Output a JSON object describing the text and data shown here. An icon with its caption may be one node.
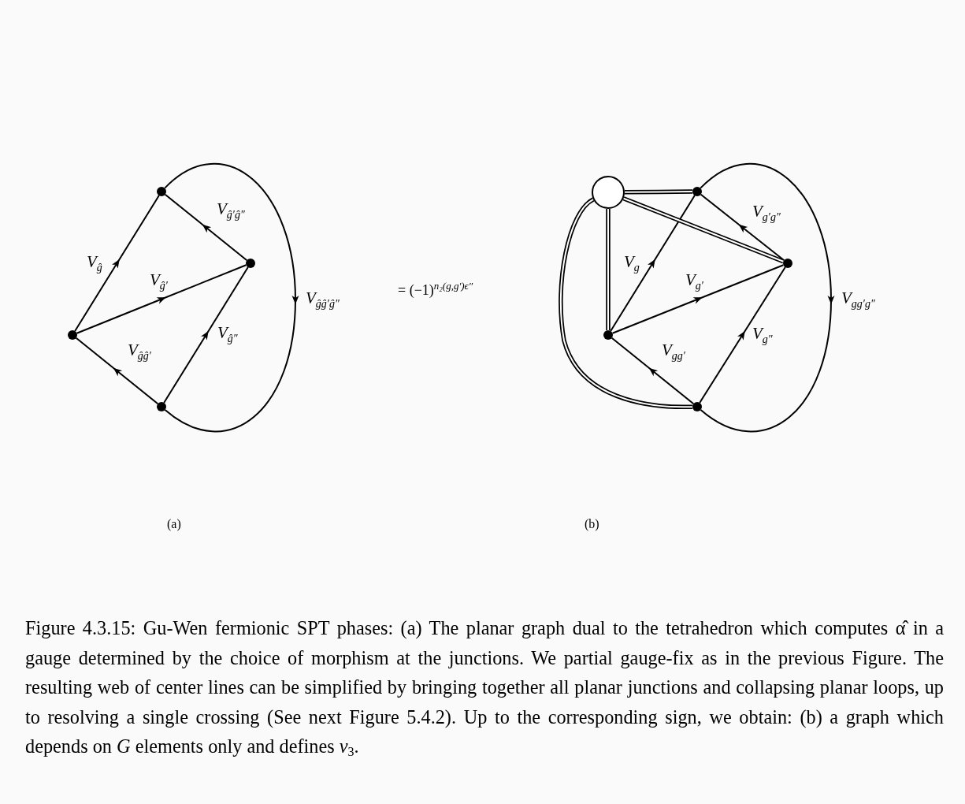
{
  "diagram": {
    "nodes": [
      {
        "text": [],
        "shape": "dot"
      },
      {
        "text": [],
        "shape": "dot"
      },
      {
        "text": [],
        "shape": "dot"
      },
      {
        "text": [],
        "shape": "dot"
      },
      {
        "text": [],
        "shape": "circle"
      },
      {
        "text": [],
        "shape": "dot"
      },
      {
        "text": [],
        "shape": "dot"
      },
      {
        "text": [],
        "shape": "dot"
      },
      {
        "text": [],
        "shape": "dot"
      }
    ],
    "edges": [
      {
        "from": 2,
        "to": 0,
        "arrow": "to",
        "label": "V$_{ĝ}$"
      },
      {
        "from": 1,
        "to": 0,
        "arrow": "to",
        "label": "V$_{ĝ′ĝ″}$"
      },
      {
        "from": 2,
        "to": 1,
        "arrow": "to",
        "label": "V$_{ĝ′}$"
      },
      {
        "from": 3,
        "to": 1,
        "arrow": "to",
        "label": "V$_{ĝ″}$"
      },
      {
        "from": 3,
        "to": 2,
        "arrow": "to",
        "label": "V$_{ĝĝ′}$"
      },
      {
        "from": 0,
        "to": 3,
        "arrow": "to",
        "label": "V$_{ĝĝ′ĝ″}$"
      },
      {
        "from": 7,
        "to": 5,
        "arrow": "to",
        "label": "V$_{g}$"
      },
      {
        "from": 6,
        "to": 5,
        "arrow": "to",
        "label": "V$_{g′g″}$"
      },
      {
        "from": 7,
        "to": 6,
        "arrow": "to",
        "label": "V$_{g′}$"
      },
      {
        "from": 8,
        "to": 6,
        "arrow": "to",
        "label": "V$_{g″}$"
      },
      {
        "from": 8,
        "to": 7,
        "arrow": "to",
        "label": "V$_{gg′}$"
      },
      {
        "from": 5,
        "to": 8,
        "arrow": "to",
        "label": "V$_{gg′g″}$"
      },
      {
        "from": 4,
        "to": 5,
        "arrow": "none",
        "style": "thick"
      },
      {
        "from": 4,
        "to": 6,
        "arrow": "none",
        "style": "thick"
      },
      {
        "from": 4,
        "to": 7,
        "arrow": "none",
        "style": "thick"
      },
      {
        "from": 4,
        "to": 8,
        "arrow": "none",
        "style": "thick"
      }
    ],
    "labels": [
      "= (−1)$^{n₂(g,g′)ϵ″}$",
      "(a)",
      "(b)"
    ],
    "caption": "Figure 4.3.15: Gu-Wen fermionic SPT phases: (a) The planar graph dual to the tetrahedron which computes α̂ in a gauge determined by the choice of morphism at the junctions. We partial gauge-fix as in the previous Figure. The resulting web of center lines can be simplified by bringing together all planar junctions and collapsing planar loops, up to resolving a single crossing (See next Figure 5.4.2). Up to the corresponding sign, we obtain: (b) a graph which depends on *G* elements only and defines *ν*$_{3}$."
  }
}
